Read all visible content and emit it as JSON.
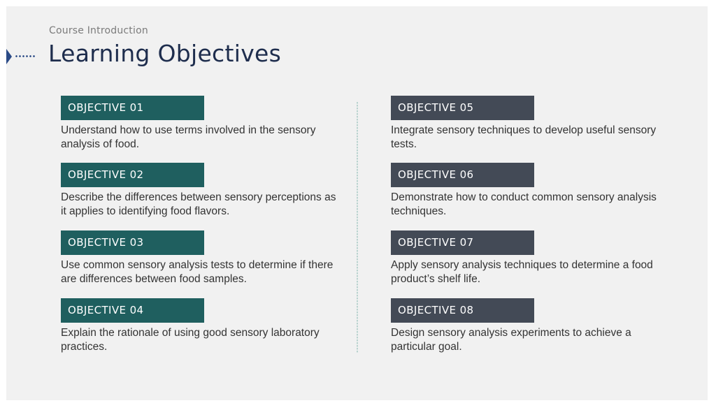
{
  "slide": {
    "kicker": "Course Introduction",
    "title": "Learning Objectives",
    "marker_icon": "arrow-dotted-line-icon",
    "colors": {
      "background": "#f1f1f1",
      "title": "#1e2d4d",
      "kicker": "#7b7b7b",
      "left_label_bg": "#1f5f5f",
      "right_label_bg": "#434a56",
      "marker": "#2a4a86",
      "divider": "#b9d3cf"
    }
  },
  "objectives": [
    {
      "label": "OBJECTIVE 01",
      "text": "Understand how to use terms involved in the sensory analysis of food."
    },
    {
      "label": "OBJECTIVE 02",
      "text": "Describe the differences between sensory perceptions as it applies to identifying food flavors."
    },
    {
      "label": "OBJECTIVE 03",
      "text": "Use common sensory analysis tests to determine if there are differences between food samples."
    },
    {
      "label": "OBJECTIVE 04",
      "text": "Explain the rationale of using good sensory laboratory practices."
    },
    {
      "label": "OBJECTIVE 05",
      "text": "Integrate sensory techniques to develop useful sensory tests."
    },
    {
      "label": "OBJECTIVE 06",
      "text": "Demonstrate how to conduct common sensory analysis techniques."
    },
    {
      "label": "OBJECTIVE 07",
      "text": "Apply sensory analysis techniques to determine a food product’s shelf life."
    },
    {
      "label": "OBJECTIVE 08",
      "text": "Design sensory analysis experiments to achieve a particular goal."
    }
  ]
}
